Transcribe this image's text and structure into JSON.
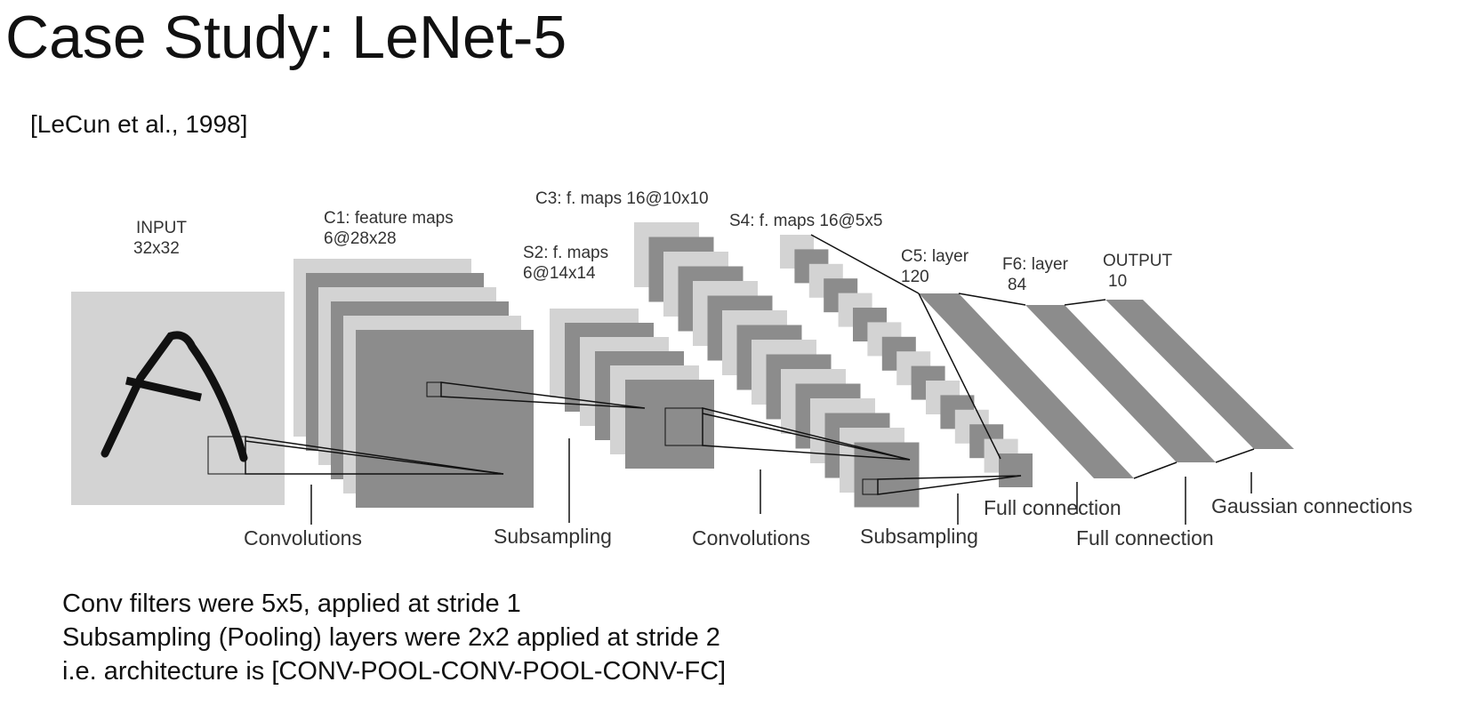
{
  "slide": {
    "title": "Case Study: LeNet-5",
    "citation": "[LeCun et al., 1998]"
  },
  "diagram": {
    "layers": [
      {
        "label": "INPUT",
        "size": "32x32"
      },
      {
        "label": "C1: feature maps",
        "size": "6@28x28"
      },
      {
        "label": "S2: f. maps",
        "size": "6@14x14"
      },
      {
        "label": "C3: f. maps 16@10x10",
        "size": ""
      },
      {
        "label": "S4: f. maps 16@5x5",
        "size": ""
      },
      {
        "label": "C5: layer",
        "size": "120"
      },
      {
        "label": "F6: layer",
        "size": "84"
      },
      {
        "label": "OUTPUT",
        "size": "10"
      }
    ],
    "operations": [
      "Convolutions",
      "Subsampling",
      "Convolutions",
      "Subsampling",
      "Full connection",
      "Full connection",
      "Gaussian connections"
    ],
    "colors": {
      "light": "#d3d3d3",
      "dark": "#8c8c8c",
      "line": "#111111"
    }
  },
  "notes": [
    "Conv filters were 5x5, applied at stride 1",
    "Subsampling (Pooling) layers were 2x2 applied at stride 2",
    "i.e. architecture is [CONV-POOL-CONV-POOL-CONV-FC]"
  ]
}
